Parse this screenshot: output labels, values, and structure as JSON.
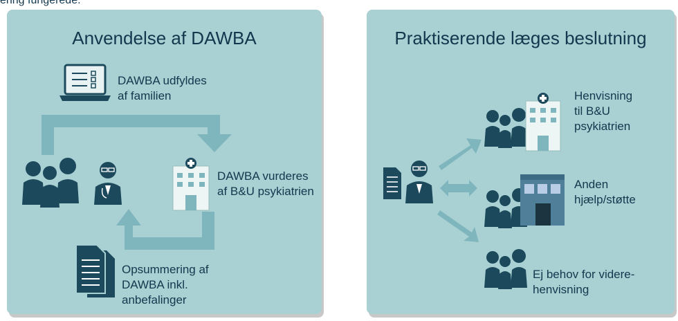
{
  "top_text": "ering fungerede.",
  "left_panel": {
    "title": "Anvendelse af DAWBA",
    "step_fill": "DAWBA udfyldes\naf familien",
    "step_assess": "DAWBA vurderes\naf B&U psykiatrien",
    "step_summary": "Opsummering af\nDAWBA inkl.\nanbefalinger"
  },
  "right_panel": {
    "title": "Praktiserende læges beslutning",
    "option_referral": "Henvisning\ntil B&U\npsykiatrien",
    "option_other": "Anden\nhjælp/støtte",
    "option_none": "Ej behov for videre-\nhenvisning"
  },
  "colors": {
    "panel": "#a9d1d3",
    "arrow": "#7fb6bd",
    "figure": "#1c4a5c",
    "text": "#13374d"
  },
  "icons": [
    "laptop-icon",
    "family-icon",
    "doctor-icon",
    "hospital-icon",
    "documents-icon",
    "building-icon"
  ]
}
